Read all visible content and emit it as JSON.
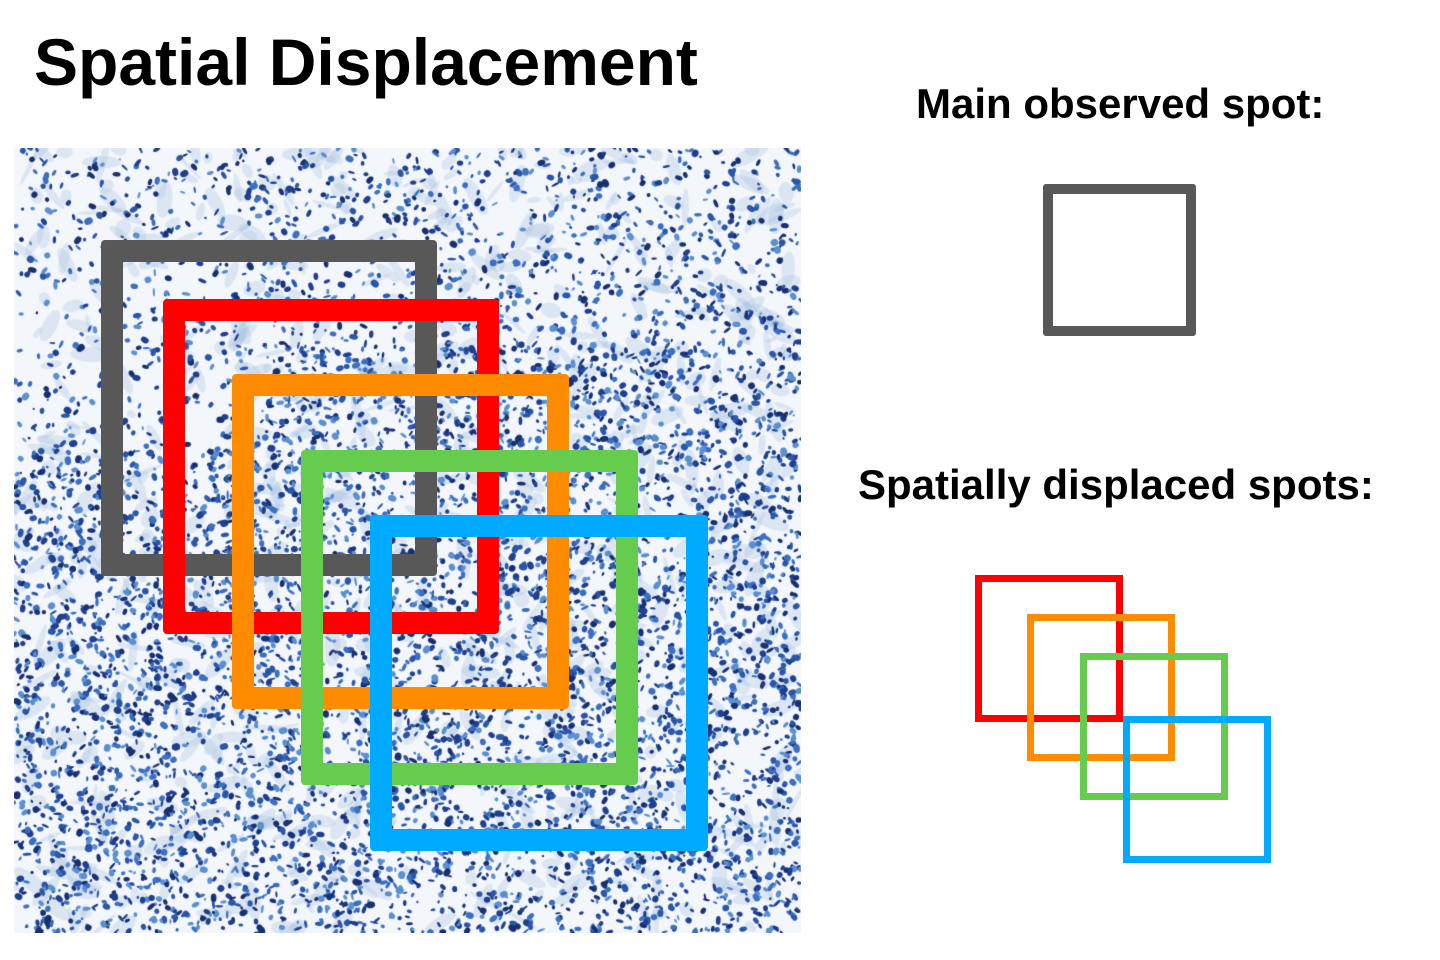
{
  "title": "Spatial Displacement",
  "legend": {
    "main_label": "Main observed spot:",
    "displaced_label": "Spatially displaced spots:"
  },
  "colors": {
    "main": "#585858",
    "displaced": [
      "#ff0000",
      "#ff8c00",
      "#66cc4d",
      "#00aaff"
    ],
    "tissue_stain": "#1f3f8f"
  }
}
